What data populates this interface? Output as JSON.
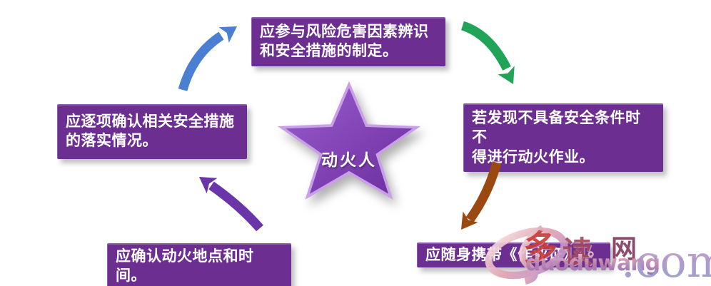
{
  "diagram": {
    "center_label": "动火人",
    "nodes": [
      {
        "id": "top",
        "text": "应参与风险危害因素辨识\n和安全措施的制定。"
      },
      {
        "id": "right",
        "text": "若发现不具备安全条件时不\n得进行动火作业。"
      },
      {
        "id": "bottom-right",
        "text": "应随身携带《作业证》"
      },
      {
        "id": "bottom-left",
        "text": "应确认动火地点和时间。"
      },
      {
        "id": "left",
        "text": "应逐项确认相关安全措施\n的落实情况。"
      }
    ],
    "arrows": [
      {
        "id": "top-left",
        "icon": "curved-arrow-up-right-icon",
        "color": "#4b7fd1"
      },
      {
        "id": "top-right",
        "icon": "curved-arrow-down-right-icon",
        "color": "#21a457"
      },
      {
        "id": "right",
        "icon": "curved-arrow-down-left-icon",
        "color": "#9a4a10"
      },
      {
        "id": "bottom-left",
        "icon": "curved-arrow-up-left-icon",
        "color": "#6a35a8"
      }
    ],
    "colors": {
      "box_fill": "#6c2e91",
      "box_text": "#ffffff",
      "star_light": "#9b5ecf",
      "star_dark": "#6a2c9d",
      "star_edge": "#c9a0e8"
    }
  },
  "watermark": {
    "logo_icon": "swirl-logo",
    "chars": [
      "多",
      "读",
      "网"
    ],
    "site_name": "duodůwang",
    "domain_suffix": ".com"
  }
}
